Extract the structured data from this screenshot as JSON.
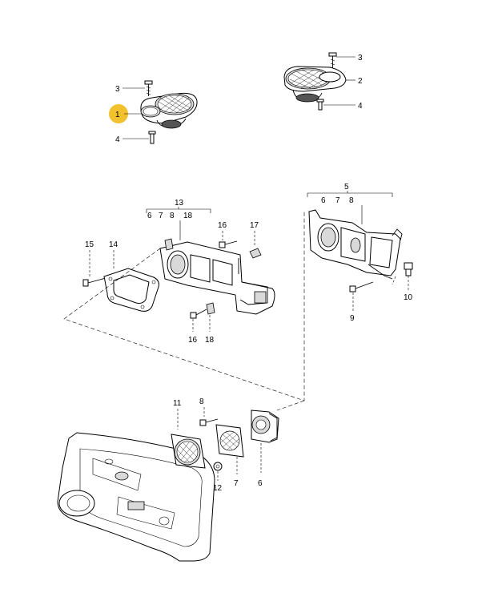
{
  "callouts": {
    "c1": "1",
    "c2": "2",
    "c3a": "3",
    "c3b": "3",
    "c4a": "4",
    "c4b": "4",
    "c5": "5",
    "c5_subs": [
      "6",
      "7",
      "8"
    ],
    "c6": "6",
    "c7": "7",
    "c8": "8",
    "c9": "9",
    "c10": "10",
    "c11": "11",
    "c12": "12",
    "c13": "13",
    "c13_subs": [
      "6",
      "7",
      "8",
      "18"
    ],
    "c14": "14",
    "c15": "15",
    "c16a": "16",
    "c16b": "16",
    "c17": "17",
    "c18": "18"
  },
  "colors": {
    "highlight": "#f2c12e",
    "line": "#000000"
  }
}
